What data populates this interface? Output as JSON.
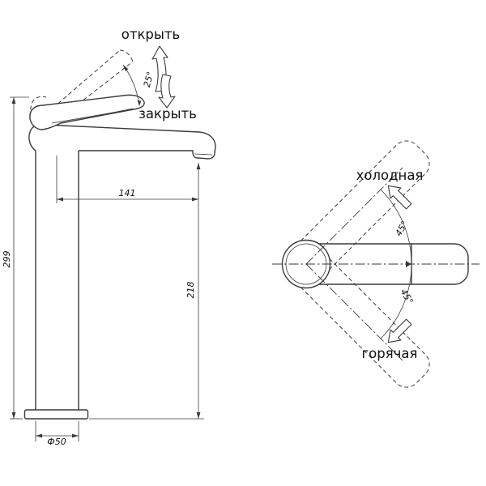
{
  "diagram_type": "faucet-technical-drawing",
  "side_view": {
    "open_label": "открыть",
    "close_label": "закрыть",
    "handle_angle": "25°",
    "dim_reach": "141",
    "dim_total_height": "299",
    "dim_spout_height": "218",
    "dim_base_diameter": "Ф50"
  },
  "top_view": {
    "cold_label": "холодная",
    "hot_label": "горячая",
    "angle_cold": "45°",
    "angle_hot": "45°"
  },
  "colors": {
    "line": "#3a3a3a",
    "text": "#111111",
    "background": "#ffffff"
  }
}
